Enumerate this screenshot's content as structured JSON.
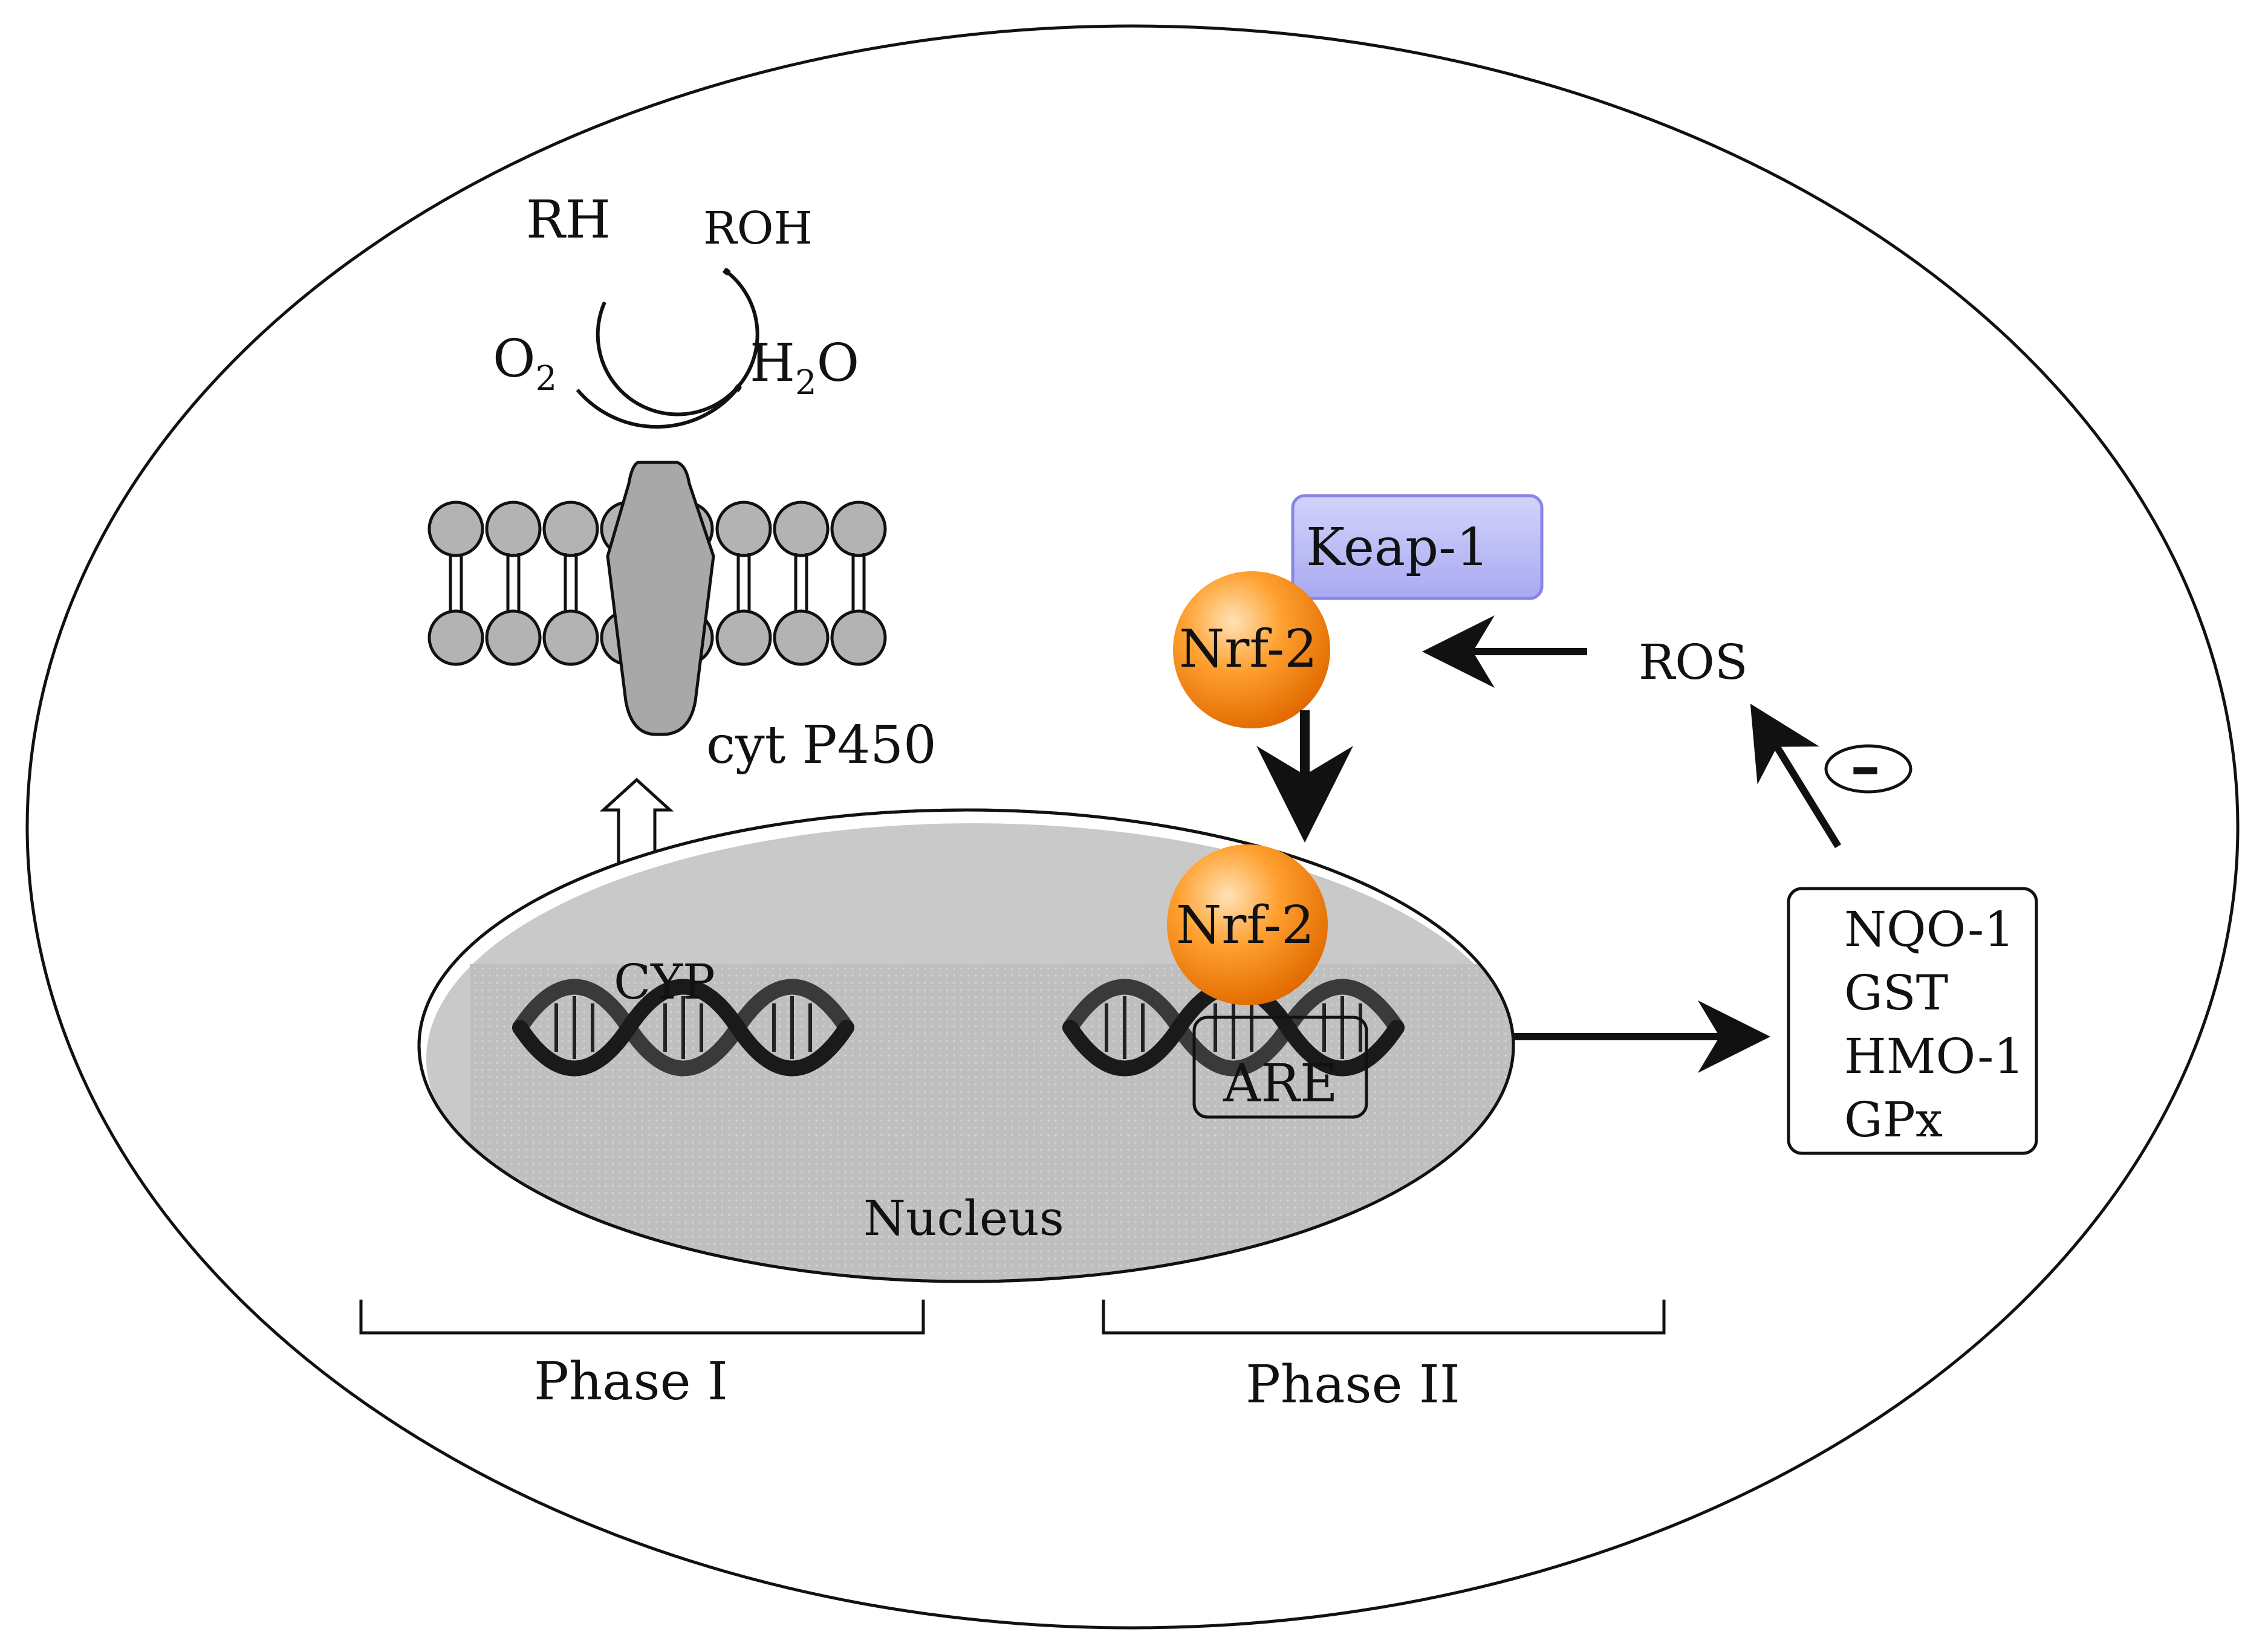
{
  "labels": {
    "rh": "RH",
    "roh": "ROH",
    "o2_main": "O",
    "o2_sub": "2",
    "h2o_h": "H",
    "h2o_sub": "2",
    "h2o_o": "O",
    "cyt_p450": "cyt P450",
    "keap1": "Keap-1",
    "nrf2_cytoplasm": "Nrf-2",
    "nrf2_nucleus": "Nrf-2",
    "ros": "ROS",
    "inhibition_sign": "–",
    "cyp_gene": "CYP",
    "are_element": "ARE",
    "nucleus": "Nucleus",
    "phase_1": "Phase I",
    "phase_2": "Phase II"
  },
  "enzymes": [
    "NQO-1",
    "GST",
    "HMO-1",
    "GPx"
  ],
  "colors": {
    "outline": "#111111",
    "lipid_head": "#b3b3b3",
    "protein": "#a8a8a8",
    "nucleus_shade": "#bdbdbd",
    "keap1_fill": "#b8b8f5",
    "keap1_border": "#8686e6",
    "nrf2_light": "#ffd9a0",
    "nrf2_mid": "#ff9a2a",
    "nrf2_dark": "#e06a00",
    "dna_strand": "#3a3a3a"
  },
  "icons": {
    "membrane": "lipid-bilayer-icon",
    "cytochrome": "cytochrome-p450-protein-icon",
    "dna": "dna-double-helix-icon",
    "up_arrow": "hollow-up-arrow-icon"
  }
}
